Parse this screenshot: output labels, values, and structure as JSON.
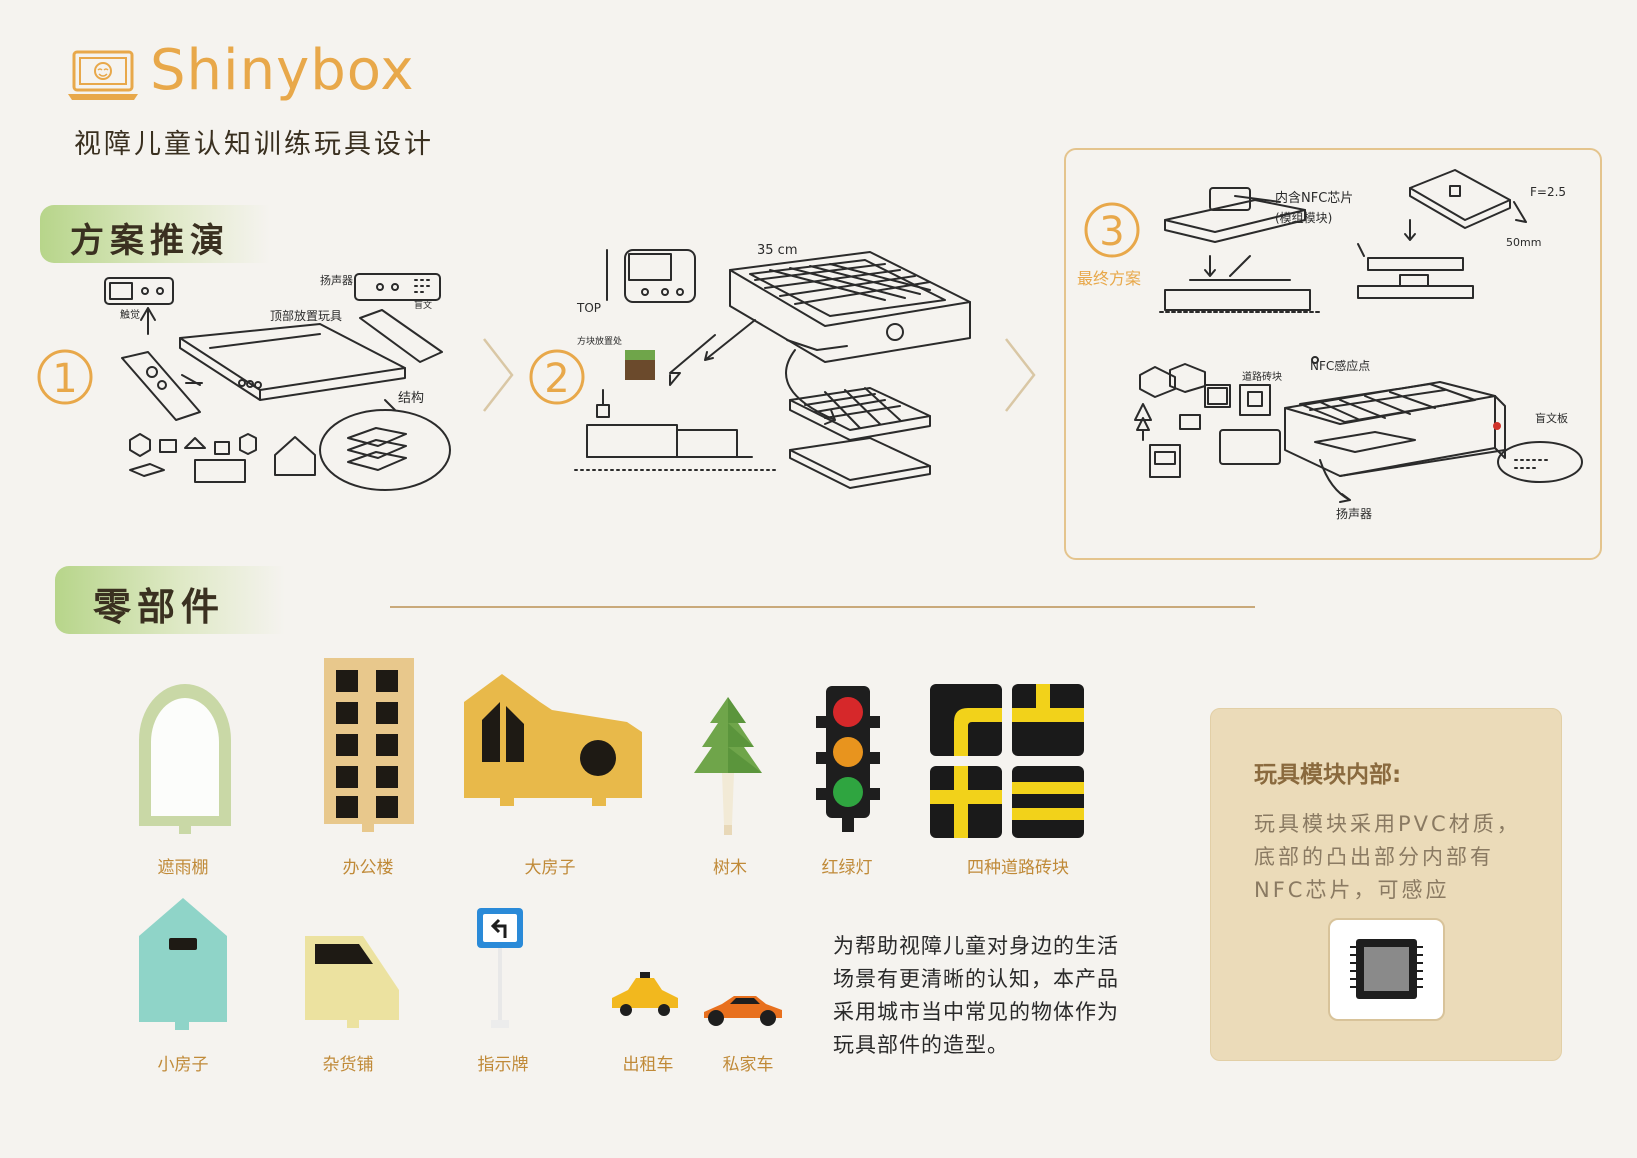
{
  "header": {
    "brand": "Shinybox",
    "subtitle": "视障儿童认知训练玩具设计"
  },
  "sections": {
    "scheme": "方案推演",
    "parts": "零部件"
  },
  "steps": {
    "one": "1",
    "two": "2",
    "three": "3",
    "final_label": "最终方案"
  },
  "sketch_notes": {
    "s1_top_place": "顶部放置玩具",
    "s1_structure": "结构",
    "s1_left": "触觉",
    "s1_speaker": "扬声器",
    "s1_braille": "盲文",
    "s2_size": "35 cm",
    "s2_top": "TOP",
    "s2_block": "方块放置处",
    "s3_nfc": "内含NFC芯片",
    "s3_module": "(模组模块)",
    "s3_f": "F=2.5",
    "s3_50": "50mm",
    "s3_nfc_point": "NFC感应点",
    "s3_speaker": "扬声器",
    "s3_braille": "盲文板",
    "s3_road": "道路砖块"
  },
  "parts": [
    {
      "label": "遮雨棚"
    },
    {
      "label": "办公楼"
    },
    {
      "label": "大房子"
    },
    {
      "label": "树木"
    },
    {
      "label": "红绿灯"
    },
    {
      "label": "四种道路砖块"
    },
    {
      "label": "小房子"
    },
    {
      "label": "杂货铺"
    },
    {
      "label": "指示牌"
    },
    {
      "label": "出租车"
    },
    {
      "label": "私家车"
    }
  ],
  "description": "为帮助视障儿童对身边的生活场景有更清晰的认知，本产品采用城市当中常见的物体作为玩具部件的造型。",
  "info_card": {
    "title": "玩具模块内部:",
    "body": "玩具模块采用PVC材质，底部的凸出部分内部有NFC芯片，可感应"
  },
  "colors": {
    "accent": "#e8a84a",
    "green": "#b7d58a",
    "card": "#ebdbb9",
    "yellow_part": "#e8b94a",
    "mint_part": "#8fd4c8"
  },
  "icons": [
    "laptop-smile-logo-icon",
    "nfc-chip-icon",
    "chevron-right-icon"
  ]
}
